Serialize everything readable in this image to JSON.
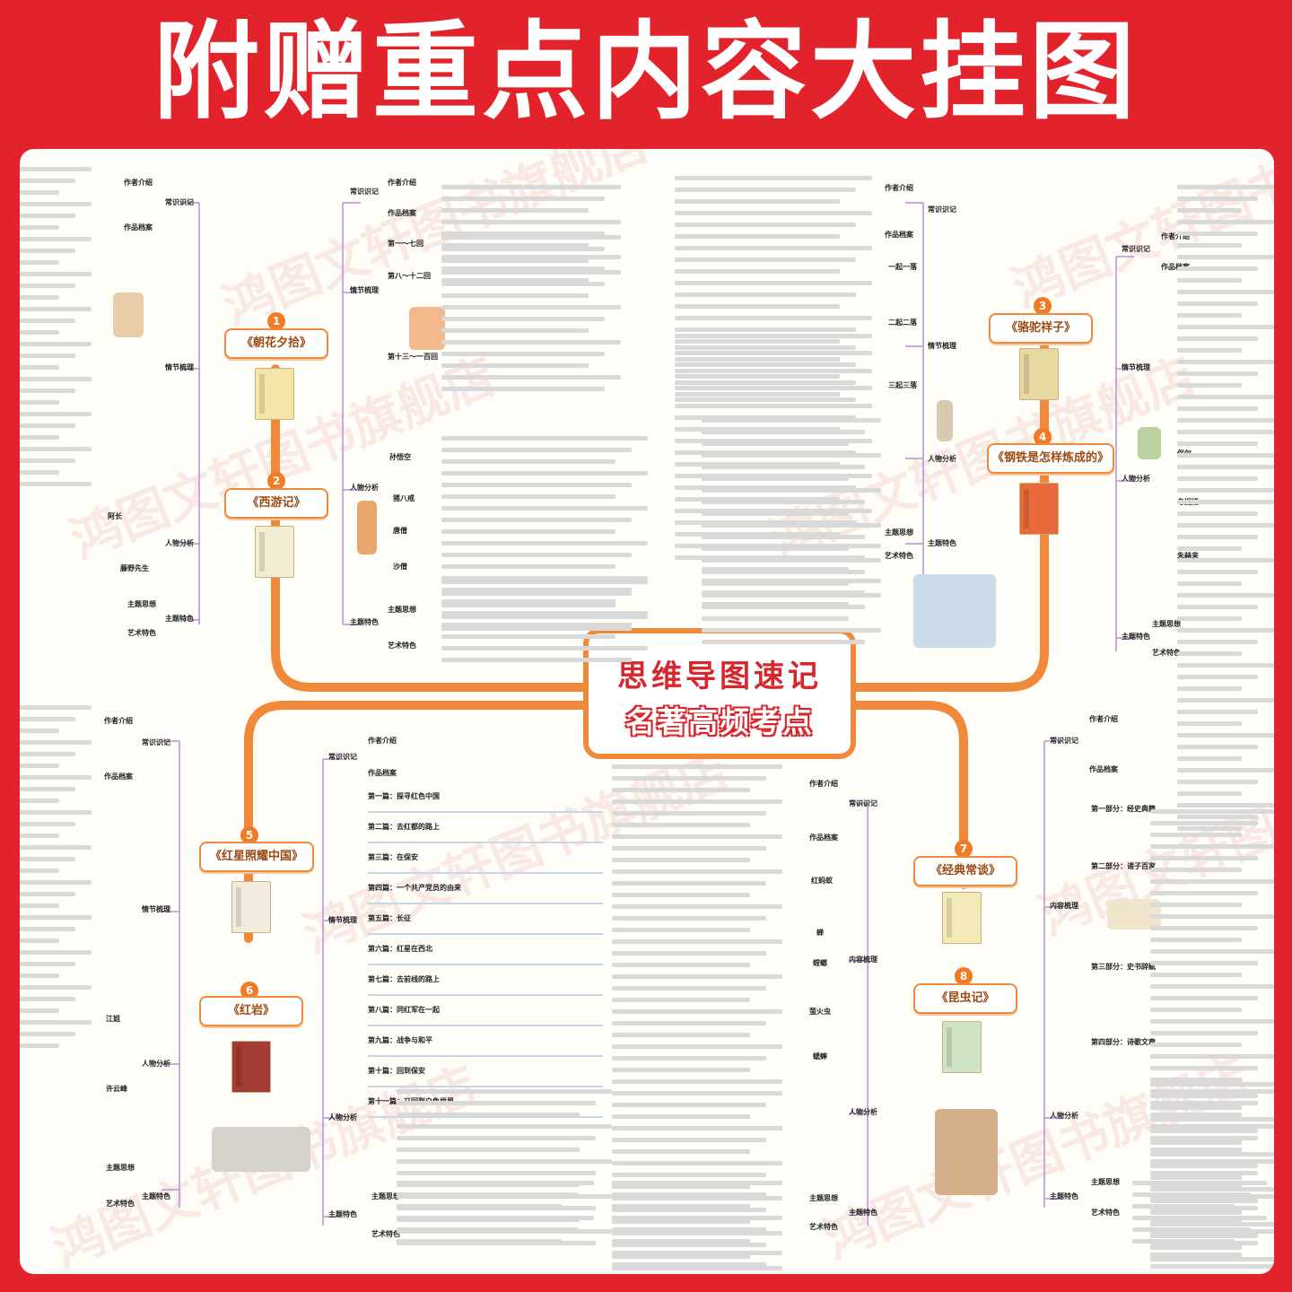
{
  "banner": {
    "title": "附赠重点内容大挂图"
  },
  "watermark": {
    "text": "鸿图文轩图书旗舰店"
  },
  "center": {
    "line1": "思维导图速记",
    "line2": "名著高频考点"
  },
  "books": [
    {
      "num": "1",
      "label": "《朝花夕拾》"
    },
    {
      "num": "2",
      "label": "《西游记》"
    },
    {
      "num": "3",
      "label": "《骆驼祥子》"
    },
    {
      "num": "4",
      "label": "《钢铁是怎样炼成的》"
    },
    {
      "num": "5",
      "label": "《红星照耀中国》"
    },
    {
      "num": "6",
      "label": "《红岩》"
    },
    {
      "num": "7",
      "label": "《经典常谈》"
    },
    {
      "num": "8",
      "label": "《昆虫记》"
    }
  ],
  "branch_labels": {
    "chang_shi": "常识识记",
    "zuo_zhe": "作者介绍",
    "zuo_pin": "作品档案",
    "qing_jie": "情节梳理",
    "ren_wu": "人物分析",
    "zhu_ti": "主题特色",
    "zhu_ti_si_xiang": "主题思想",
    "yi_shu": "艺术特色",
    "nei_rong": "内容梳理",
    "nei_rong_shu_li": "内容梳理"
  },
  "xiyouji_chars": [
    "孙悟空",
    "猪八戒",
    "唐僧",
    "沙僧"
  ],
  "xiyouji_plots": [
    "第一～七回",
    "第八～十二回",
    "第十三～一百回"
  ],
  "hongxing_chapters": [
    "第一篇：探寻红色中国",
    "第二篇：去红都的路上",
    "第三篇：在保安",
    "第四篇：一个共产党员的由来",
    "第五篇：长征",
    "第六篇：红星在西北",
    "第七篇：去前线的路上",
    "第八篇：同红军在一起",
    "第九篇：战争与和平",
    "第十篇：回到保安",
    "第十一篇：又回到白色世界"
  ],
  "luotuo_stages": [
    "一起一落",
    "二起二落",
    "三起三落"
  ],
  "gangtie_chars": [
    "保尔",
    "冬妮娅",
    "朱赫来"
  ],
  "hongyan_chars": [
    "江姐",
    "许云峰"
  ],
  "kunchong_items": [
    "红蚂蚁",
    "蝉",
    "螳螂",
    "萤火虫",
    "蟋蟀"
  ],
  "jingdian_parts": [
    "第一部分：经史典籍",
    "第二部分：诸子百家",
    "第三部分：史书辞赋",
    "第四部分：诗歌文章"
  ],
  "chaohua_chars": [
    "阿长",
    "藤野先生"
  ]
}
